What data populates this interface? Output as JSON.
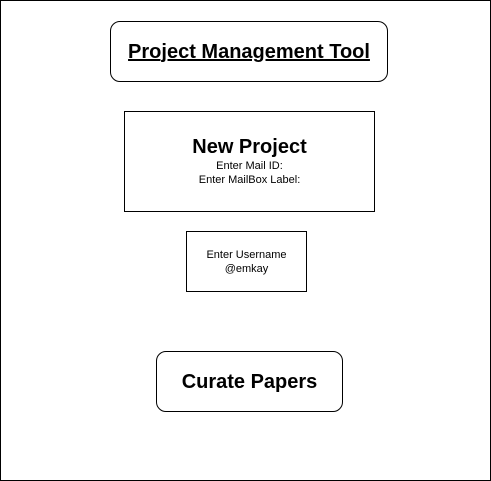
{
  "title_box": {
    "label": "Project Management Tool"
  },
  "new_project": {
    "heading": "New Project",
    "mail_id_label": "Enter Mail ID:",
    "mailbox_label": "Enter MailBox Label:"
  },
  "username_box": {
    "label": "Enter Username",
    "value": "@emkay"
  },
  "curate_box": {
    "label": "Curate Papers"
  }
}
